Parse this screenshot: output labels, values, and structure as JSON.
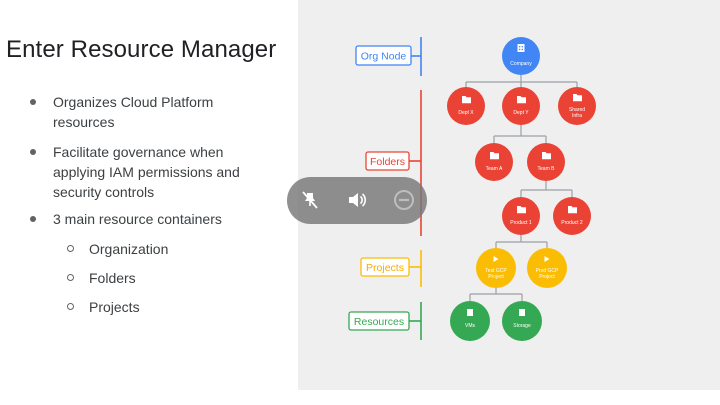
{
  "slide": {
    "title": "Enter Resource Manager",
    "bullets": [
      {
        "lines": [
          "Organizes Cloud Platform",
          "resources"
        ]
      },
      {
        "lines": [
          "Facilitate governance when",
          "applying IAM permissions and",
          "security controls"
        ]
      },
      {
        "lines": [
          "3 main resource containers"
        ]
      }
    ],
    "sub_bullets": [
      "Organization",
      "Folders",
      "Projects"
    ]
  },
  "hierarchy": {
    "levels": [
      {
        "label": "Org Node",
        "color": "#4285f4"
      },
      {
        "label": "Folders",
        "color": "#ea4335"
      },
      {
        "label": "Projects",
        "color": "#fbbc04"
      },
      {
        "label": "Resources",
        "color": "#34a853"
      }
    ],
    "nodes": {
      "company": "Company",
      "dept_x": "Dept X",
      "dept_y": "Dept Y",
      "shared_infra": [
        "Shared",
        "Infra"
      ],
      "team_a": "Team A",
      "team_b": "Team B",
      "product_1": "Product 1",
      "product_2": "Product 2",
      "test_gcp_project": [
        "Test GCP",
        "Project"
      ],
      "prod_gcp_project": [
        "Prod GCP",
        "Project"
      ],
      "vms": "VMs",
      "storage": "Storage"
    }
  },
  "media_controls": {
    "icons": [
      "mic-off-icon",
      "volume-icon",
      "remove-icon"
    ]
  },
  "colors": {
    "org": "#4285f4",
    "folder": "#ea4335",
    "project": "#fbbc04",
    "resource": "#34a853",
    "connector": "#9aa0a6",
    "panel": "#efefef",
    "overlay": "#7a7a7a"
  }
}
